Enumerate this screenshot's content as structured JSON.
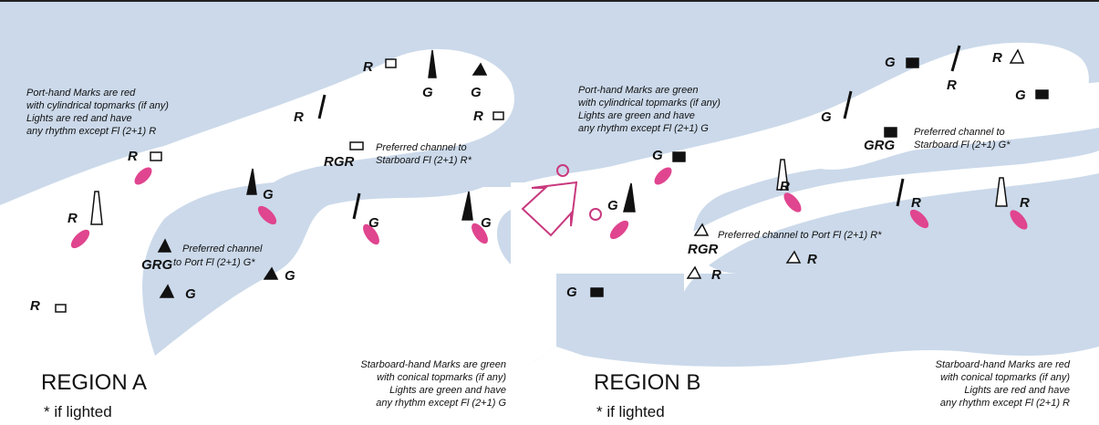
{
  "notes": {
    "a_port": [
      "Port-hand Marks are red",
      "with cylindrical topmarks (if any)",
      "Lights are red and have",
      "any rhythm except Fl (2+1) R"
    ],
    "a_starboard": [
      "Starboard-hand Marks are green",
      "with conical topmarks (if any)",
      "Lights are green and have",
      "any rhythm except Fl (2+1) G"
    ],
    "a_pref_starboard": [
      "Preferred channel to",
      "Starboard Fl (2+1) R*"
    ],
    "a_pref_port": [
      "Preferred channel",
      "to Port Fl (2+1) G*"
    ],
    "b_port": [
      "Port-hand Marks are green",
      "with cylindrical topmarks (if any)",
      "Lights are green and have",
      "any rhythm except Fl (2+1) G"
    ],
    "b_starboard": [
      "Starboard-hand Marks are red",
      "with conical topmarks (if any)",
      "Lights are red and have",
      "any rhythm except Fl (2+1) R"
    ],
    "b_pref_starboard": [
      "Preferred channel to",
      "Starboard Fl (2+1) G*"
    ],
    "b_pref_port": [
      "Preferred channel to Port Fl (2+1) R*"
    ]
  },
  "regions": {
    "a": {
      "title": "REGION A",
      "legend": "* if lighted"
    },
    "b": {
      "title": "REGION B",
      "legend": "* if lighted"
    }
  },
  "mark_labels": {
    "R": "R",
    "G": "G",
    "RGR": "RGR",
    "GRG": "GRG"
  },
  "colors": {
    "water": "#cbd9ea",
    "land": "#ffffff",
    "light_flare": "#e0458f",
    "arrow": "#c8397e",
    "mark": "#111111"
  }
}
